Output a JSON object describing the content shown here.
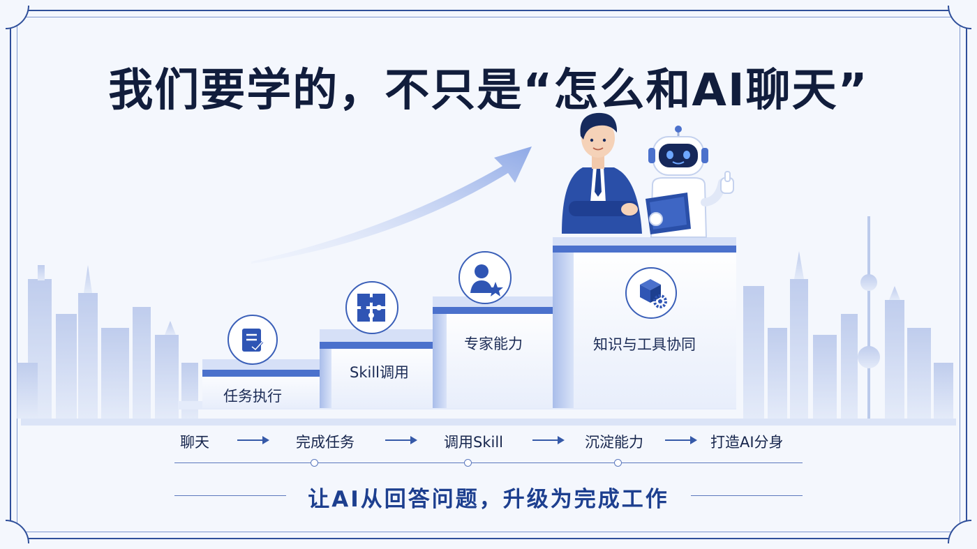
{
  "title": "我们要学的，不只是“怎么和AI聊天”",
  "steps": [
    {
      "label": "任务执行",
      "icon": "checklist-icon"
    },
    {
      "label": "Skill调用",
      "icon": "puzzle-icon"
    },
    {
      "label": "专家能力",
      "icon": "expert-user-star-icon"
    },
    {
      "label": "知识与工具协同",
      "icon": "cube-gear-icon"
    }
  ],
  "flow": [
    "聊天",
    "完成任务",
    "调用Skill",
    "沉淀能力",
    "打造AI分身"
  ],
  "tagline": "让AI从回答问题，升级为完成工作",
  "colors": {
    "primary": "#1d3f8f",
    "accent": "#3a63c4",
    "background": "#f4f7fd",
    "frame": "#2f4f9a"
  }
}
